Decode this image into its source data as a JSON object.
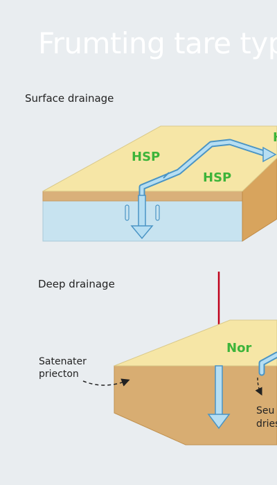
{
  "title": "Frumting tare type",
  "sections": {
    "surface": {
      "label": "Surface drainage",
      "labels": [
        "HSP",
        "HSP"
      ]
    },
    "deep": {
      "label": "Deep drainage",
      "surface_label": "Nor",
      "left_annotation": [
        "Satenater",
        "priecton"
      ],
      "right_annotation": [
        "Seu",
        "dries"
      ]
    }
  },
  "colors": {
    "background": "#e9edf0",
    "top_soil": "#f6e6a6",
    "soil_band": "#d9b07a",
    "water": "#c7e3f0",
    "side_face": "#d8a45d",
    "arrow": "#8fc8e6",
    "arrow_outline": "#4a94c4",
    "label_green": "#3db43a",
    "red_line": "#c0001a"
  }
}
